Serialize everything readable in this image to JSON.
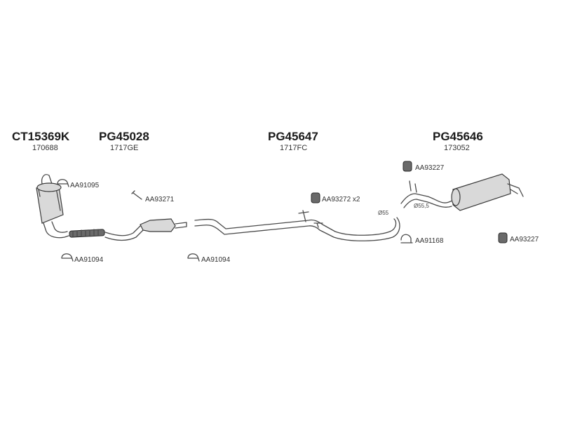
{
  "parts": [
    {
      "code": "CT15369K",
      "ref": "170688"
    },
    {
      "code": "PG45028",
      "ref": "1717GE"
    },
    {
      "code": "PG45647",
      "ref": "1717FC"
    },
    {
      "code": "PG45646",
      "ref": "173052"
    }
  ],
  "fittings": {
    "clamp_top_left": "AA91095",
    "bolt_front": "AA93271",
    "clamp_bottom_left": "AA91094",
    "clamp_bottom_mid": "AA91094",
    "mount_mid": "AA93272 x2",
    "mount_top_right": "AA93227",
    "clamp_right": "AA91168",
    "mount_far_right": "AA93227"
  },
  "diameters": {
    "mid_pipe": "Ø55",
    "rear_inlet": "Ø55,5"
  },
  "icons": [
    "clamp-icon",
    "bolt-icon",
    "rubber-mount-icon",
    "catalytic-converter-icon",
    "front-pipe-icon",
    "middle-pipe-icon",
    "rear-silencer-icon"
  ]
}
